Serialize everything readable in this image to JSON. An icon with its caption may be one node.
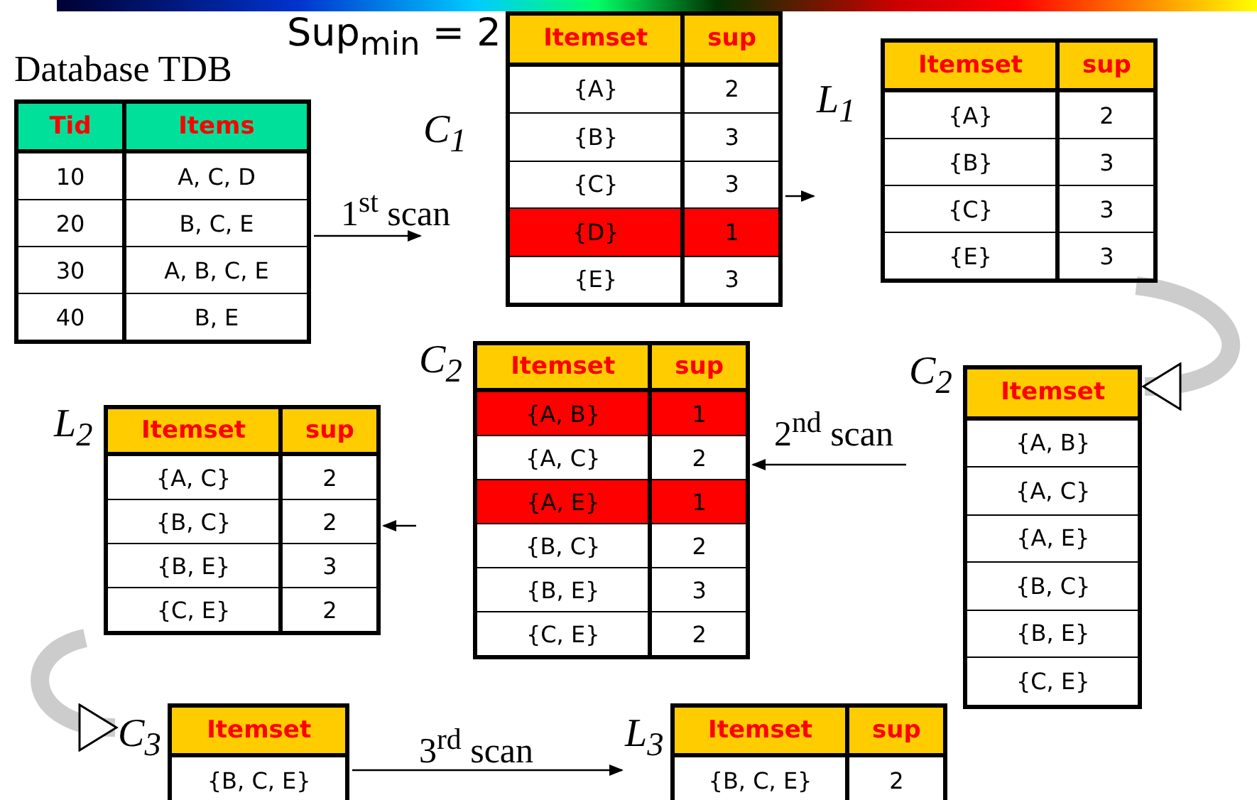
{
  "diagram": {
    "nodes": [
      {
        "text": [
          "Database TDB",
          "Tid",
          "Items",
          "10",
          "A, C, D",
          "20",
          "B, C, E",
          "30",
          "A, B, C, E",
          "40",
          "B, E"
        ]
      },
      {
        "text": [
          "C$_{1}$",
          "Itemset",
          "sup",
          "{A}",
          "2",
          "{B}",
          "3",
          "{C}",
          "3",
          "{D}",
          "1",
          "{E}",
          "3"
        ]
      },
      {
        "text": [
          "L$_{1}$",
          "Itemset",
          "sup",
          "{A}",
          "2",
          "{B}",
          "3",
          "{C}",
          "3",
          "{E}",
          "3"
        ]
      },
      {
        "text": [
          "C$_{2}$",
          "Itemset",
          "{A, B}",
          "{A, C}",
          "{A, E}",
          "{B, C}",
          "{B, E}",
          "{C, E}"
        ]
      },
      {
        "text": [
          "C$_{2}$",
          "Itemset",
          "sup",
          "{A, B}",
          "1",
          "{A, C}",
          "2",
          "{A, E}",
          "1",
          "{B, C}",
          "2",
          "{B, E}",
          "3",
          "{C, E}",
          "2"
        ]
      },
      {
        "text": [
          "L$_{2}$",
          "Itemset",
          "sup",
          "{A, C}",
          "2",
          "{B, C}",
          "2",
          "{B, E}",
          "3",
          "{C, E}",
          "2"
        ]
      },
      {
        "text": [
          "C$_{3}$",
          "Itemset",
          "{B, C, E}"
        ]
      },
      {
        "text": [
          "L$_{3}$",
          "Itemset",
          "sup",
          "{B, C, E}",
          "2"
        ]
      }
    ],
    "edges": [
      {
        "from": 0,
        "to": 1,
        "arrow": "to",
        "label": "1$^{st}$ scan"
      },
      {
        "from": 1,
        "to": 2,
        "arrow": "to"
      },
      {
        "from": 2,
        "to": 3,
        "arrow": "to",
        "style": "thick",
        "color": "#cccccc"
      },
      {
        "from": 3,
        "to": 4,
        "arrow": "to",
        "label": "2$^{nd}$ scan"
      },
      {
        "from": 4,
        "to": 5,
        "arrow": "to"
      },
      {
        "from": 5,
        "to": 6,
        "arrow": "to",
        "style": "thick",
        "color": "#cccccc"
      },
      {
        "from": 6,
        "to": 7,
        "arrow": "to",
        "label": "3$^{rd}$ scan"
      }
    ],
    "labels": [
      "Sup$_{min}$ = 2"
    ]
  }
}
